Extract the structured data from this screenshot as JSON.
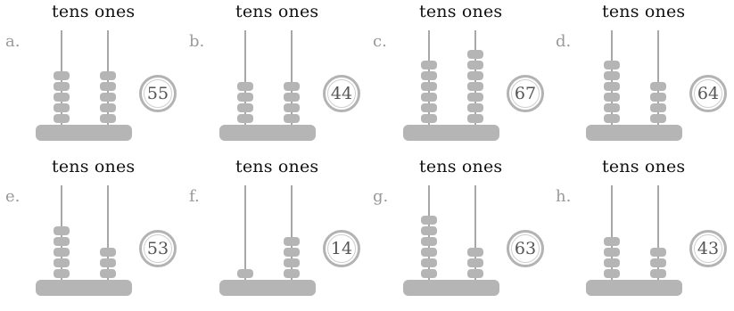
{
  "column_header": "tens ones",
  "items": [
    {
      "letter": "a.",
      "tens": 5,
      "ones": 5,
      "answer": "55"
    },
    {
      "letter": "b.",
      "tens": 4,
      "ones": 4,
      "answer": "44"
    },
    {
      "letter": "c.",
      "tens": 6,
      "ones": 7,
      "answer": "67"
    },
    {
      "letter": "d.",
      "tens": 6,
      "ones": 4,
      "answer": "64"
    },
    {
      "letter": "e.",
      "tens": 5,
      "ones": 3,
      "answer": "53"
    },
    {
      "letter": "f.",
      "tens": 1,
      "ones": 4,
      "answer": "14"
    },
    {
      "letter": "g.",
      "tens": 6,
      "ones": 3,
      "answer": "63"
    },
    {
      "letter": "h.",
      "tens": 4,
      "ones": 3,
      "answer": "43"
    }
  ],
  "colors": {
    "bead": "#b5b5b5",
    "rod": "#a8a8a8",
    "circle_border": "#b3b3b3",
    "letter": "#9a9a9a",
    "answer_text": "#555555"
  }
}
